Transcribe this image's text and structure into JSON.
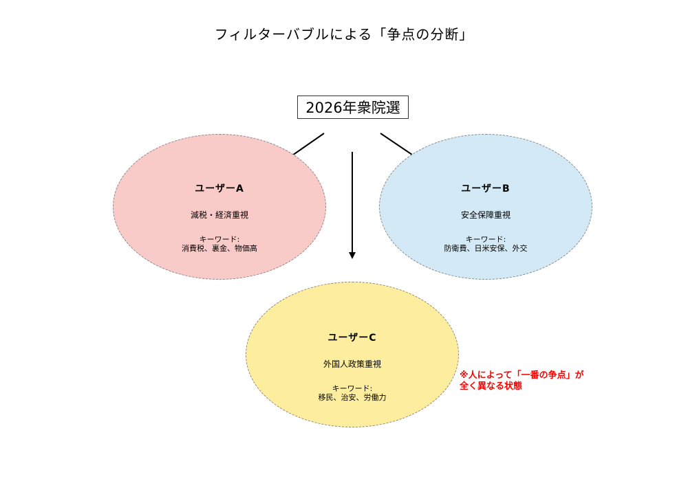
{
  "title": "フィルターバブルによる「争点の分断」",
  "topic": "2026年衆院選",
  "users": [
    {
      "name": "ユーザーA",
      "focus": "減税・経済重視",
      "keyword_label": "キーワード:",
      "keywords": "消費税、裏金、物価高",
      "color": "#f9cbc8"
    },
    {
      "name": "ユーザーB",
      "focus": "安全保障重視",
      "keyword_label": "キーワード:",
      "keywords": "防衛費、日米安保、外交",
      "color": "#d3e9f6"
    },
    {
      "name": "ユーザーC",
      "focus": "外国人政策重視",
      "keyword_label": "キーワード:",
      "keywords": "移民、治安、労働力",
      "color": "#fdee9f"
    }
  ],
  "note": {
    "line1": "※人によって「一番の争点」が",
    "line2": "全く異なる状態",
    "color": "#ff0000"
  }
}
